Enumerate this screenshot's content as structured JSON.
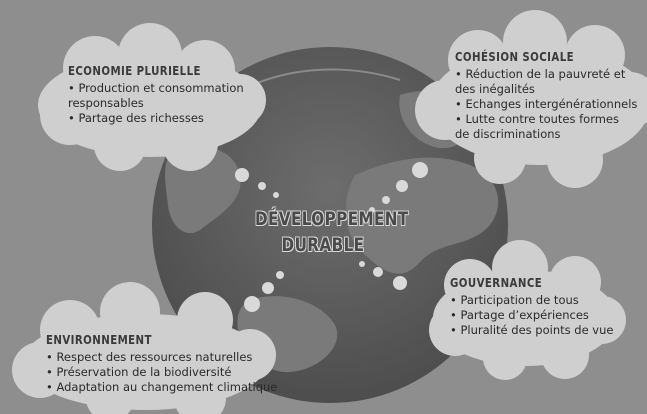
{
  "center": {
    "line1": "DÉVELOPPEMENT",
    "line2": "DURABLE"
  },
  "economie": {
    "title": "Economie plurielle",
    "items": [
      "Production et consommation responsables",
      "Partage des richesses"
    ]
  },
  "cohesion": {
    "title": "Cohésion sociale",
    "items": [
      "Réduction de la pauvreté et des inégalités",
      "Echanges intergénérationnels",
      "Lutte contre toutes formes de discriminations"
    ]
  },
  "gouvernance": {
    "title": "Gouvernance",
    "items": [
      "Participation de tous",
      "Partage d’expériences",
      "Pluralité des points de vue"
    ]
  },
  "environnement": {
    "title": "Environnement",
    "items": [
      "Respect des ressources naturelles",
      "Préservation de la biodiversité",
      "Adaptation au changement climatique"
    ]
  },
  "colors": {
    "background": "#8e8e8e",
    "globe": "#5e5e5e",
    "cloud": "#cfcfcf",
    "text": "#2a2a2a"
  }
}
